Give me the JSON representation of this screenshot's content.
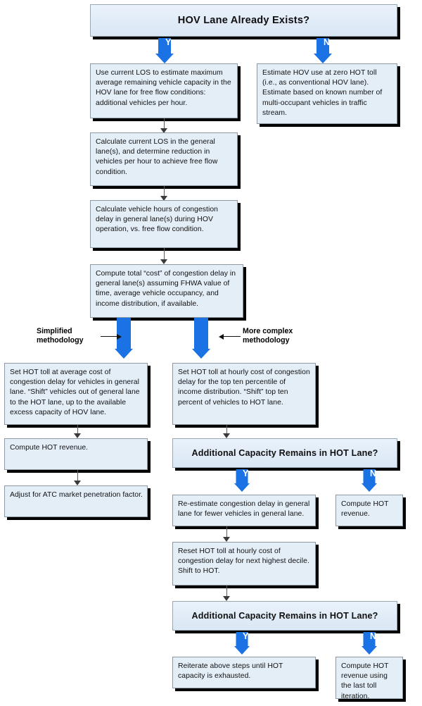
{
  "diagram": {
    "title": "HOV Lane Already Exists?",
    "accent_blue": "#1b72e4",
    "box_fill": "#e4eef7",
    "decision_fill": "#e3edf8",
    "labels": {
      "yes": "Yes",
      "no": "No",
      "simplified": "Simplified\nmethodology",
      "simplified_l1": "Simplified",
      "simplified_l2": "methodology",
      "complex_l1": "More complex",
      "complex_l2": "methodology"
    },
    "nodes": {
      "root": "HOV Lane Already Exists?",
      "yes_branch_1": "Use current LOS to estimate maximum average remaining vehicle capacity in the HOV lane for free flow conditions: additional vehicles per hour.",
      "no_branch_1": "Estimate HOV use at zero HOT toll (i.e., as conventional HOV lane). Estimate based on known number of multi-occupant vehicles in traffic stream.",
      "step_2": "Calculate current LOS in the general lane(s), and determine reduction in vehicles per hour to achieve free flow condition.",
      "step_3": "Calculate vehicle hours of congestion delay in general lane(s) during HOV operation, vs. free flow condition.",
      "step_4": "Compute total “cost” of congestion delay in general lane(s) assuming FHWA value of time, average vehicle occupancy, and income distribution, if available.",
      "simplified_1": "Set HOT toll at average cost of congestion delay for vehicles in general lane. “Shift” vehicles out of general lane to the HOT lane, up to the available excess capacity of HOV lane.",
      "simplified_2": "Compute HOT revenue.",
      "simplified_3": "Adjust for ATC market penetration factor.",
      "complex_1": "Set HOT toll at hourly cost of congestion delay for the top ten percentile of income distribution. “Shift” top ten percent of vehicles to HOT lane.",
      "decision_1": "Additional Capacity Remains in HOT Lane?",
      "decision_1_yes": "Re-estimate congestion delay in general lane for fewer vehicles in general lane.",
      "decision_1_no": "Compute HOT revenue.",
      "complex_2": "Reset HOT toll at hourly cost of congestion delay for next highest decile. Shift to HOT.",
      "decision_2": "Additional Capacity Remains in HOT Lane?",
      "decision_2_yes": "Reiterate above steps until HOT capacity is exhausted.",
      "decision_2_no": "Compute HOT revenue using the last toll iteration."
    }
  }
}
